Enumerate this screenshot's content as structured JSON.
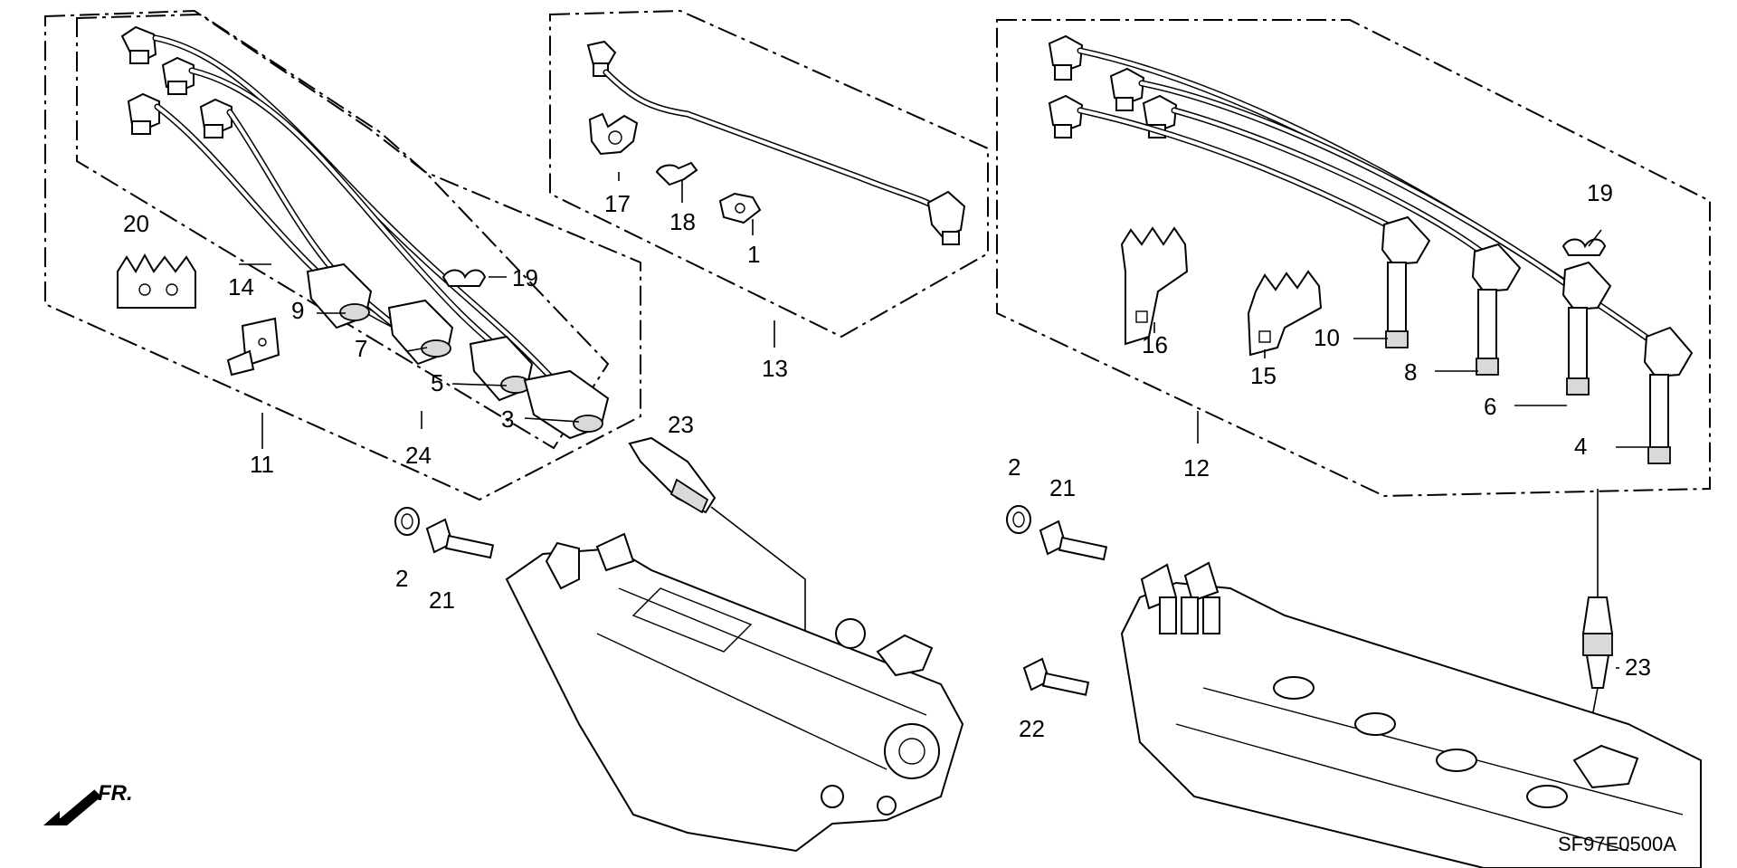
{
  "diagram": {
    "code": "SF97E0500A",
    "front_marker": "FR.",
    "callouts": {
      "p1": "1",
      "p2a": "2",
      "p2b": "2",
      "p3": "3",
      "p4": "4",
      "p5": "5",
      "p6": "6",
      "p7": "7",
      "p8": "8",
      "p9": "9",
      "p10": "10",
      "p11": "11",
      "p12": "12",
      "p13": "13",
      "p14": "14",
      "p15": "15",
      "p16": "16",
      "p17": "17",
      "p18": "18",
      "p19a": "19",
      "p19b": "19",
      "p20": "20",
      "p21a": "21",
      "p21b": "21",
      "p22": "22",
      "p23a": "23",
      "p23b": "23",
      "p24": "24"
    }
  }
}
